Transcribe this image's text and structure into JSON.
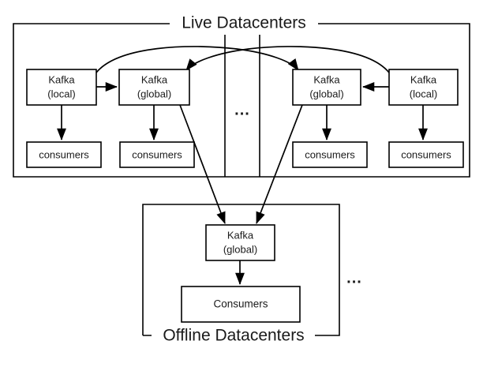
{
  "diagram": {
    "type": "architecture-block-diagram",
    "title_visible": false,
    "groups": [
      {
        "id": "live-datacenters",
        "label": "Live Datacenters",
        "label_position": "top-center",
        "ellipsis": "..."
      },
      {
        "id": "offline-datacenters",
        "label": "Offline Datacenters",
        "label_position": "bottom-center",
        "ellipsis": "..."
      }
    ],
    "nodes": [
      {
        "id": "live-dc1-kafka-local",
        "line1": "Kafka",
        "line2": "(local)"
      },
      {
        "id": "live-dc1-kafka-global",
        "line1": "Kafka",
        "line2": "(global)"
      },
      {
        "id": "live-dc1-consumers-local",
        "line1": "consumers",
        "line2": ""
      },
      {
        "id": "live-dc1-consumers-global",
        "line1": "consumers",
        "line2": ""
      },
      {
        "id": "live-dc2-kafka-global",
        "line1": "Kafka",
        "line2": "(global)"
      },
      {
        "id": "live-dc2-kafka-local",
        "line1": "Kafka",
        "line2": "(local)"
      },
      {
        "id": "live-dc2-consumers-global",
        "line1": "consumers",
        "line2": ""
      },
      {
        "id": "live-dc2-consumers-local",
        "line1": "consumers",
        "line2": ""
      },
      {
        "id": "offline-kafka-global",
        "line1": "Kafka",
        "line2": "(global)"
      },
      {
        "id": "offline-consumers",
        "line1": "Consumers",
        "line2": ""
      }
    ],
    "edges": [
      {
        "from": "live-dc1-kafka-local",
        "to": "live-dc1-kafka-global",
        "style": "straight"
      },
      {
        "from": "live-dc2-kafka-local",
        "to": "live-dc2-kafka-global",
        "style": "straight"
      },
      {
        "from": "live-dc1-kafka-local",
        "to": "live-dc2-kafka-global",
        "style": "curved"
      },
      {
        "from": "live-dc2-kafka-local",
        "to": "live-dc1-kafka-global",
        "style": "curved"
      },
      {
        "from": "live-dc1-kafka-local",
        "to": "live-dc1-consumers-local",
        "style": "straight"
      },
      {
        "from": "live-dc1-kafka-global",
        "to": "live-dc1-consumers-global",
        "style": "straight"
      },
      {
        "from": "live-dc2-kafka-global",
        "to": "live-dc2-consumers-global",
        "style": "straight"
      },
      {
        "from": "live-dc2-kafka-local",
        "to": "live-dc2-consumers-local",
        "style": "straight"
      },
      {
        "from": "live-dc1-kafka-global",
        "to": "offline-kafka-global",
        "style": "straight"
      },
      {
        "from": "live-dc2-kafka-global",
        "to": "offline-kafka-global",
        "style": "straight"
      },
      {
        "from": "offline-kafka-global",
        "to": "offline-consumers",
        "style": "straight"
      }
    ],
    "colors": {
      "stroke": "#000000",
      "text": "#1a1a1a",
      "background": "#ffffff",
      "node_fill": "#ffffff"
    }
  }
}
